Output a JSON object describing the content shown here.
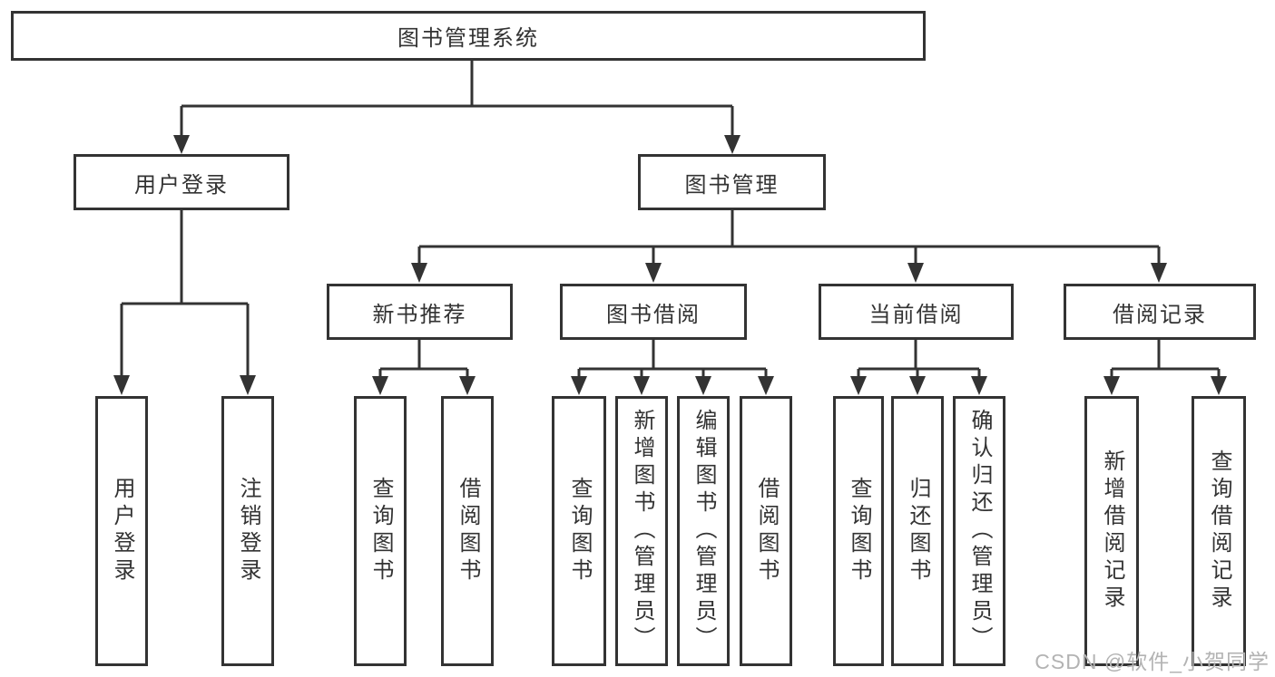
{
  "diagram": {
    "root": {
      "label": "图书管理系统"
    },
    "branches": [
      {
        "label": "用户登录",
        "children": [
          {
            "label": "用户登录"
          },
          {
            "label": "注销登录"
          }
        ]
      },
      {
        "label": "图书管理",
        "children": [
          {
            "label": "新书推荐",
            "children": [
              {
                "label": "查询图书"
              },
              {
                "label": "借阅图书"
              }
            ]
          },
          {
            "label": "图书借阅",
            "children": [
              {
                "label": "查询图书"
              },
              {
                "label": "新增图书（管理员）"
              },
              {
                "label": "编辑图书（管理员）"
              },
              {
                "label": "借阅图书"
              }
            ]
          },
          {
            "label": "当前借阅",
            "children": [
              {
                "label": "查询图书"
              },
              {
                "label": "归还图书"
              },
              {
                "label": "确认归还（管理员）"
              }
            ]
          },
          {
            "label": "借阅记录",
            "children": [
              {
                "label": "新增借阅记录"
              },
              {
                "label": "查询借阅记录"
              }
            ]
          }
        ]
      }
    ],
    "watermark": "CSDN @软件_小贺同学",
    "colors": {
      "line": "#333333",
      "border": "#333333",
      "background": "#ffffff",
      "text": "#333333",
      "watermark": "#b3b3b3"
    }
  }
}
